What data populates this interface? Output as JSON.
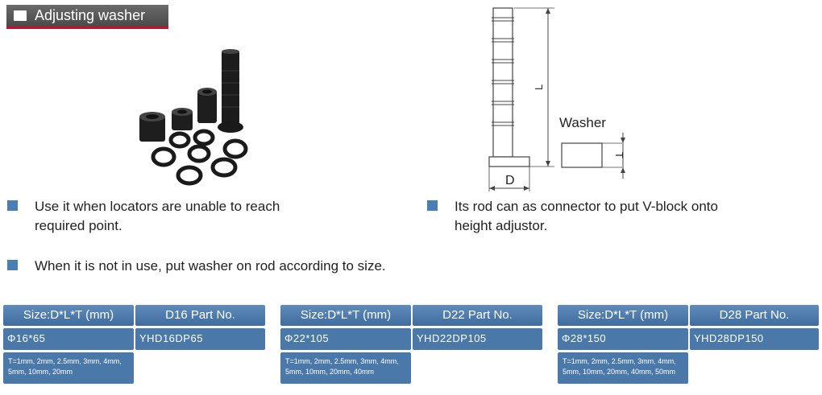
{
  "header": {
    "title": "Adjusting washer"
  },
  "diagram": {
    "label_washer": "Washer",
    "label_L": "L",
    "label_T": "T",
    "label_D": "D"
  },
  "bullets": [
    {
      "line1": "Use it when locators are unable to reach",
      "line2": "required point."
    },
    {
      "line1": "Its rod can as connector to put V-block onto",
      "line2": "height adjustor."
    },
    {
      "line1": "When it is not in use, put washer on rod according to size.",
      "line2": ""
    }
  ],
  "tables": [
    {
      "size_header": "Size:D*L*T (mm)",
      "part_header": "D16 Part No.",
      "size": "Φ16*65",
      "part": "YHD16DP65",
      "washers_line1": "T=1mm, 2mm, 2.5mm, 3mm, 4mm,",
      "washers_line2": "5mm, 10mm, 20mm"
    },
    {
      "size_header": "Size:D*L*T (mm)",
      "part_header": "D22 Part No.",
      "size": "Φ22*105",
      "part": "YHD22DP105",
      "washers_line1": "T=1mm, 2mm, 2.5mm, 3mm, 4mm,",
      "washers_line2": "5mm, 10mm, 20mm, 40mm"
    },
    {
      "size_header": "Size:D*L*T (mm)",
      "part_header": "D28 Part No.",
      "size": "Φ28*150",
      "part": "YHD28DP150",
      "washers_line1": "T=1mm, 2mm, 2.5mm, 3mm, 4mm,",
      "washers_line2": "5mm, 10mm, 20mm, 40mm, 50mm"
    }
  ],
  "colors": {
    "accent": "#4a78a8",
    "bullet": "#4a7fb5",
    "underline": "#c8102e"
  }
}
